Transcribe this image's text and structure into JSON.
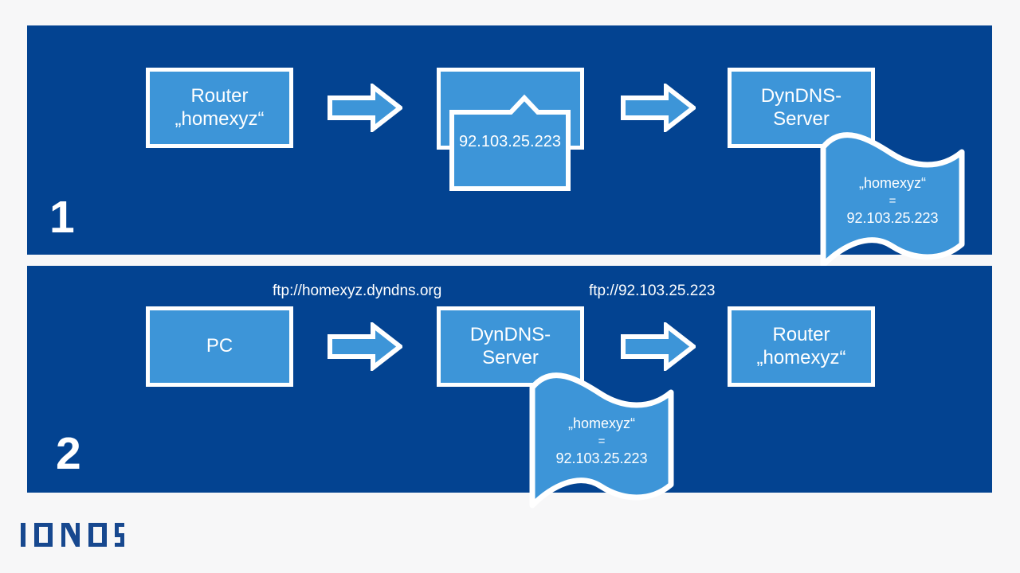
{
  "page": {
    "background_color": "#f7f7f8",
    "panel_color": "#034391",
    "node_fill_color": "#3d95d8",
    "outline_color": "#ffffff"
  },
  "brand": {
    "logo_text": "IONOS",
    "logo_color": "#17488f"
  },
  "steps": [
    {
      "number": "1",
      "nodes": {
        "router": "Router\n„homexyz“",
        "ip_document": "92.103.25.223",
        "dyndns_server": "DynDNS-\nServer"
      },
      "banner": {
        "name": "„homexyz“",
        "equals": "=",
        "ip": "92.103.25.223"
      },
      "arrows": [
        "arrow-right",
        "arrow-right"
      ]
    },
    {
      "number": "2",
      "nodes": {
        "pc": "PC",
        "dyndns_server": "DynDNS-\nServer",
        "router": "Router\n„homexyz“"
      },
      "banner": {
        "name": "„homexyz“",
        "equals": "=",
        "ip": "92.103.25.223"
      },
      "labels": {
        "url_left": "ftp://homexyz.dyndns.org",
        "url_right": "ftp://92.103.25.223"
      },
      "arrows": [
        "arrow-right",
        "arrow-right"
      ]
    }
  ]
}
